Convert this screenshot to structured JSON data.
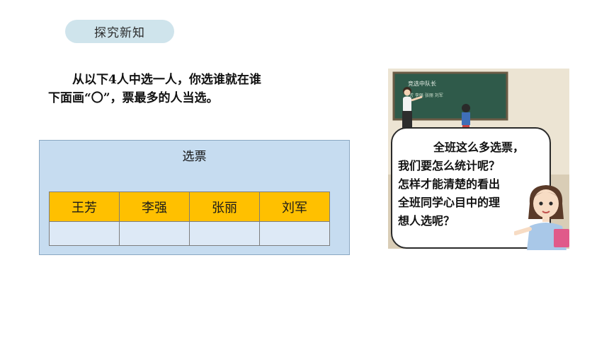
{
  "section_label": "探究新知",
  "prompt": {
    "line1": "从以下4人中选一人，你选谁就在谁",
    "line2": "下面画“〇”，票最多的人当选。"
  },
  "ballot": {
    "title": "选票",
    "candidates": [
      "王芳",
      "李强",
      "张丽",
      "刘军"
    ],
    "votes": [
      "",
      "",
      "",
      ""
    ]
  },
  "illustration": {
    "blackboard_text": "竞选中队长",
    "blackboard_names": "王芳 李强 张丽 刘军"
  },
  "speech_bubble": {
    "line1": "全班这么多选票，",
    "line2": "我们要怎么统计呢？",
    "line3": "怎样才能清楚的看出",
    "line4": "全班同学心目中的理",
    "line5": "想人选呢？"
  },
  "colors": {
    "pill_bg": "#cfe4ec",
    "ballot_bg": "#c6dcf0",
    "header_cells": "#ffc000",
    "board": "#2f5a4a"
  }
}
